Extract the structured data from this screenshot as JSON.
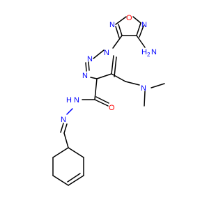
{
  "molecule": {
    "atom_labels": {
      "furazan_o": "O",
      "furazan_n_top_left": "N",
      "furazan_n_right": "N",
      "amino_h": "H",
      "amino_sub": "2",
      "amino_n": "N",
      "triazole_n1": "N",
      "triazole_n2": "N",
      "triazole_n3": "N",
      "dimethylamino_n": "N",
      "carbonyl_o": "O",
      "hydrazide_h": "H",
      "hydrazide_n": "N",
      "hydrazone_n": "N"
    },
    "colors": {
      "nitrogen": "#0000ff",
      "oxygen": "#ff0000",
      "carbon_bond": "#000000",
      "background": "#ffffff"
    }
  }
}
